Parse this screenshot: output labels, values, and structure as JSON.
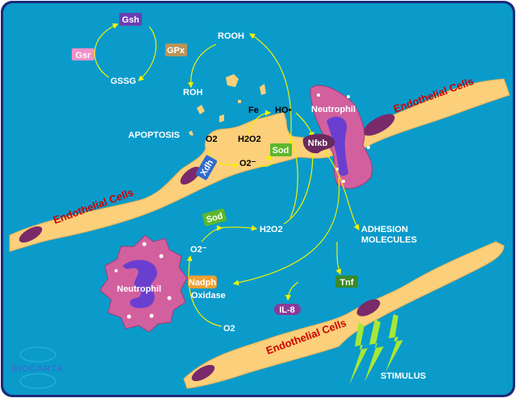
{
  "title": "Oxidative stress in endothelial cells",
  "colors": {
    "background": "#0a9bca",
    "border": "#1b2a7a",
    "cell": "#fccf7a",
    "neutrophil": "#d2609e",
    "nucleus": "#7a2a6a",
    "arrow": "#f2f200",
    "label_red": "#cc0000"
  },
  "boxes": {
    "gsh": {
      "label": "Gsh",
      "color": "#6a3fb5"
    },
    "gsr": {
      "label": "Gsr",
      "color": "#f190c8"
    },
    "gpx": {
      "label": "GPx",
      "color": "#b8945a"
    },
    "sod_top": {
      "label": "Sod",
      "color": "#5cb82c"
    },
    "xdh": {
      "label": "Xdh",
      "color": "#2f6bd0"
    },
    "nfkb": {
      "label": "Nfκb",
      "color": "#6a2a5e"
    },
    "sod_bottom": {
      "label": "Sod",
      "color": "#5cb82c"
    },
    "nadph": {
      "label": "Nadph",
      "color": "#f0a030"
    },
    "tnf": {
      "label": "Tnf",
      "color": "#3a8a2a"
    },
    "il8": {
      "label": "IL-8",
      "color": "#8a3a9a"
    }
  },
  "labels": {
    "gssg": "GSSG",
    "rooh": "ROOH",
    "roh": "ROH",
    "fe": "Fe",
    "ho": "HO•",
    "apoptosis": "APOPTOSIS",
    "o2_top": "O2",
    "h2o2_top": "H2O2",
    "o2minus_top": "O2⁻",
    "h2o2_bottom": "H2O2",
    "o2minus_bottom": "O2⁻",
    "oxidase": "Oxidase",
    "o2_bottom": "O2",
    "adhesion_1": "ADHESION",
    "adhesion_2": "MOLECULES",
    "stimulus": "STIMULUS",
    "neutrophil_top": "Neutrophil",
    "neutrophil_bottom": "Neutrophil",
    "endothelial_top": "Endothelial Cells",
    "endothelial_left": "Endothelial Cells",
    "endothelial_bottom": "Endothelial Cells"
  },
  "logo": "BIOCARTA"
}
